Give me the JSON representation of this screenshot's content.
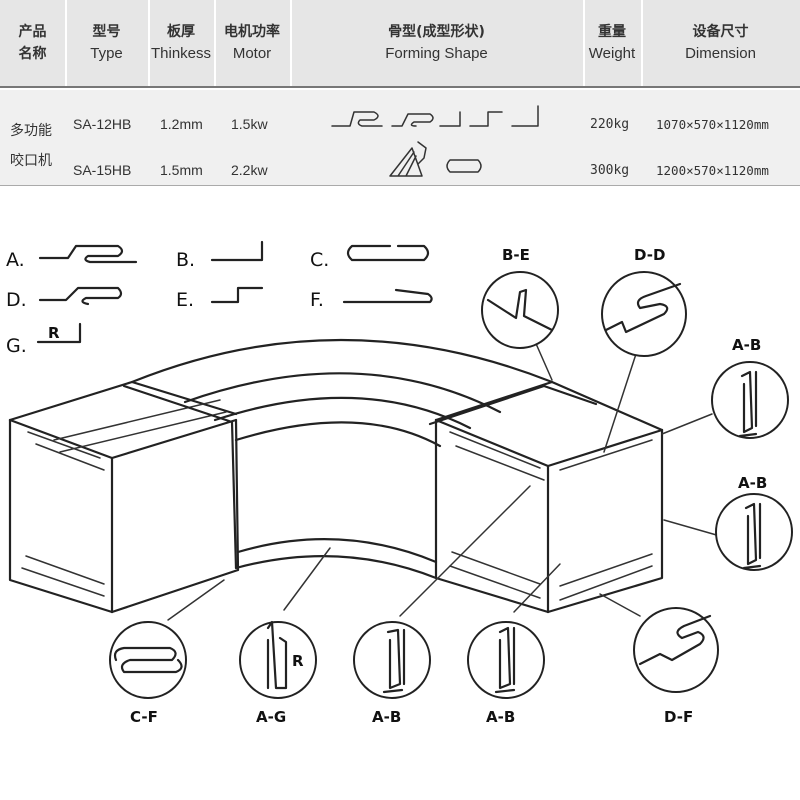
{
  "table": {
    "headers": [
      {
        "cn": "产品",
        "en": "名称"
      },
      {
        "cn": "型号",
        "en": "Type"
      },
      {
        "cn": "板厚",
        "en": "Thinkess"
      },
      {
        "cn": "电机功率",
        "en": "Motor"
      },
      {
        "cn": "骨型(成型形状)",
        "en": "Forming Shape"
      },
      {
        "cn": "重量",
        "en": "Weight"
      },
      {
        "cn": "设备尺寸",
        "en": "Dimension"
      }
    ],
    "product_name": [
      "多功能",
      "咬口机"
    ],
    "rows": [
      {
        "type": "SA-12HB",
        "thickness": "1.2mm",
        "motor": "1.5kw",
        "weight": "220kg",
        "dimension": "1070×570×1120mm"
      },
      {
        "type": "SA-15HB",
        "thickness": "1.5mm",
        "motor": "2.2kw",
        "weight": "300kg",
        "dimension": "1200×570×1120mm"
      }
    ]
  },
  "profiles": {
    "a": "A.",
    "b": "B.",
    "c": "C.",
    "d": "D.",
    "e": "E.",
    "f": "F.",
    "g": "G.",
    "g_mark": "R"
  },
  "callouts": {
    "be": "B-E",
    "dd": "D-D",
    "ab1": "A-B",
    "ab2": "A-B",
    "cf": "C-F",
    "ag": "A-G",
    "ag_mark": "R",
    "ab3": "A-B",
    "ab4": "A-B",
    "df": "D-F"
  }
}
